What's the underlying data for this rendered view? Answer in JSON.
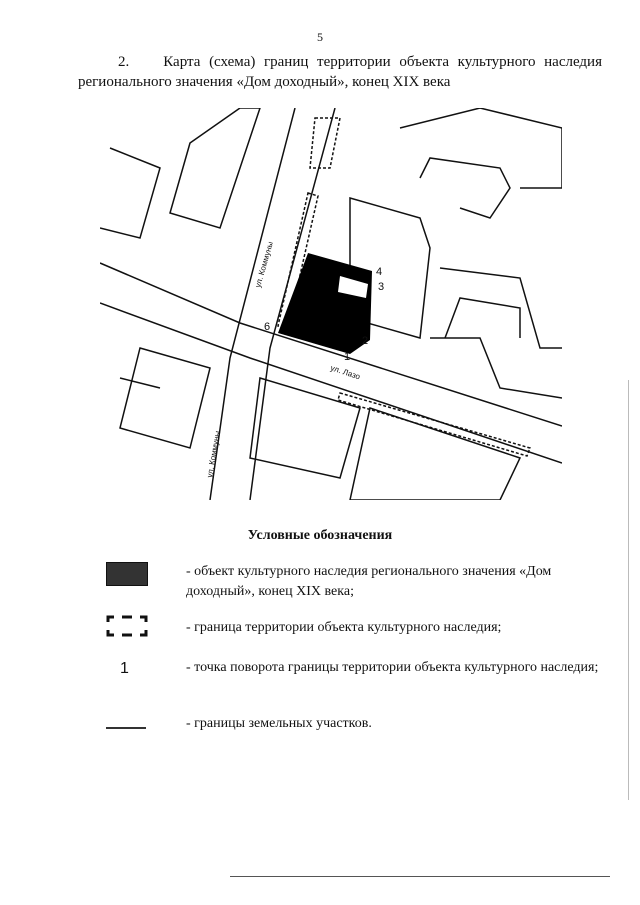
{
  "page_number": "5",
  "heading": {
    "number": "2.",
    "line1": "Карта (схема) границ территории объекта культурного наследия",
    "line2": "регионального значения «Дом доходный», конец XIX века"
  },
  "map": {
    "streets": [
      "ул. Коммуны",
      "ул. Лазо",
      "ул. Коммуны"
    ],
    "points": [
      "1",
      "2",
      "3",
      "4",
      "6"
    ],
    "colors": {
      "object_fill": "#000000",
      "lines": "#111111"
    }
  },
  "legend": {
    "title": "Условные обозначения",
    "items": [
      {
        "symbol": "dark-filled-rectangle",
        "text": "- объект культурного наследия регионального значения «Дом доходный», конец XIX века;"
      },
      {
        "symbol": "dashed-corner-box",
        "text": "- граница территории объекта культурного наследия;"
      },
      {
        "symbol": "1",
        "text": "- точка поворота границы территории объекта культурного наследия;"
      },
      {
        "symbol": "thin-line",
        "text": "- границы земельных участков."
      }
    ]
  }
}
